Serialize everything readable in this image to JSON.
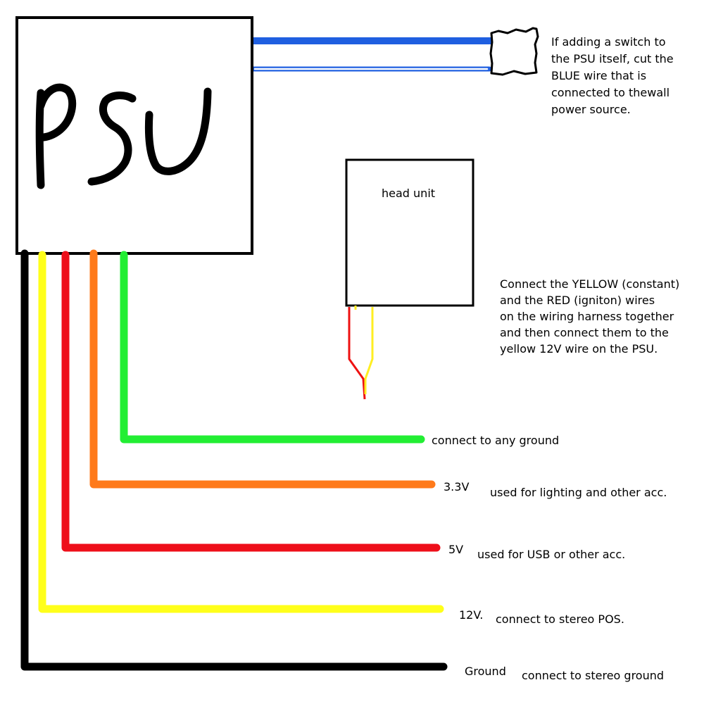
{
  "psu": {
    "title": "PSU"
  },
  "head_unit": {
    "label": "head unit"
  },
  "switch_note": {
    "lines": [
      "If adding a switch to",
      "the PSU itself, cut the",
      "BLUE wire that is",
      "connected to thewall",
      "power source."
    ]
  },
  "harness_note": {
    "lines": [
      "Connect the YELLOW (constant)",
      "and the RED (igniton) wires",
      "on the wiring harness together",
      "and then connect them to the",
      "yellow 12V wire on the PSU."
    ]
  },
  "wires": [
    {
      "id": "green",
      "color": "#22ee33",
      "voltage": "",
      "description": "connect to any ground"
    },
    {
      "id": "orange",
      "color": "#ff7a1a",
      "voltage": "3.3V",
      "description": "used for lighting and other acc."
    },
    {
      "id": "red",
      "color": "#ee0f1a",
      "voltage": "5V",
      "description": "used for USB or other acc."
    },
    {
      "id": "yellow",
      "color": "#ffff1a",
      "voltage": "12V.",
      "description": "connect to stereo POS."
    },
    {
      "id": "black",
      "color": "#000000",
      "voltage": "Ground",
      "description": "connect to stereo ground"
    }
  ],
  "colors": {
    "blue_wire": "#1f5fe0",
    "harness_red": "#ee1111",
    "harness_yellow": "#ffee22"
  }
}
